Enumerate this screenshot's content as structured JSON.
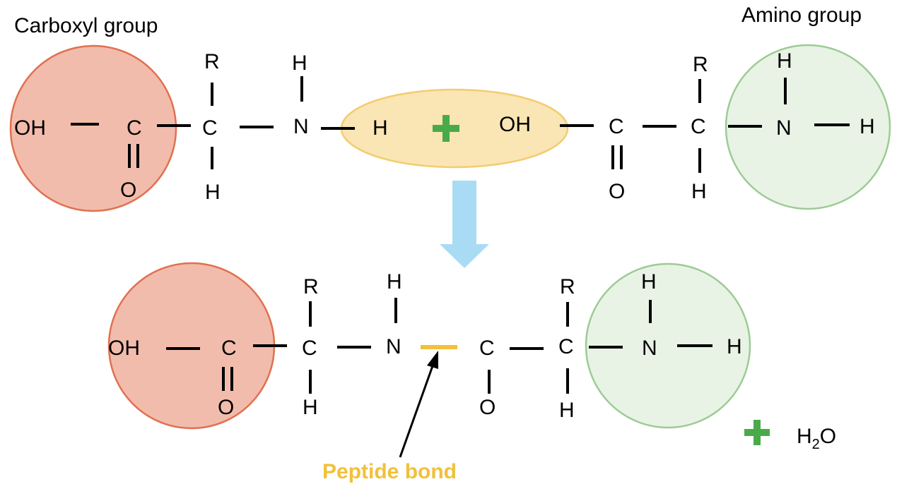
{
  "labels": {
    "carboxyl_group": "Carboxyl group",
    "amino_group": "Amino group",
    "peptide_bond": "Peptide bond",
    "water": "H",
    "water_sub": "2",
    "water_tail": "O"
  },
  "atoms": {
    "OH": "OH",
    "C": "C",
    "O": "O",
    "R": "R",
    "H": "H",
    "N": "N"
  },
  "colors": {
    "carboxyl_fill": "#f2bcac",
    "carboxyl_stroke": "#e07050",
    "amino_fill": "#e8f3e6",
    "amino_stroke": "#9ccc94",
    "condensation_fill": "#fae5b4",
    "condensation_stroke": "#f2cc70",
    "plus": "#4aaa4a",
    "arrow": "#a9dcf4",
    "peptide_bond": "#f2c03a"
  }
}
